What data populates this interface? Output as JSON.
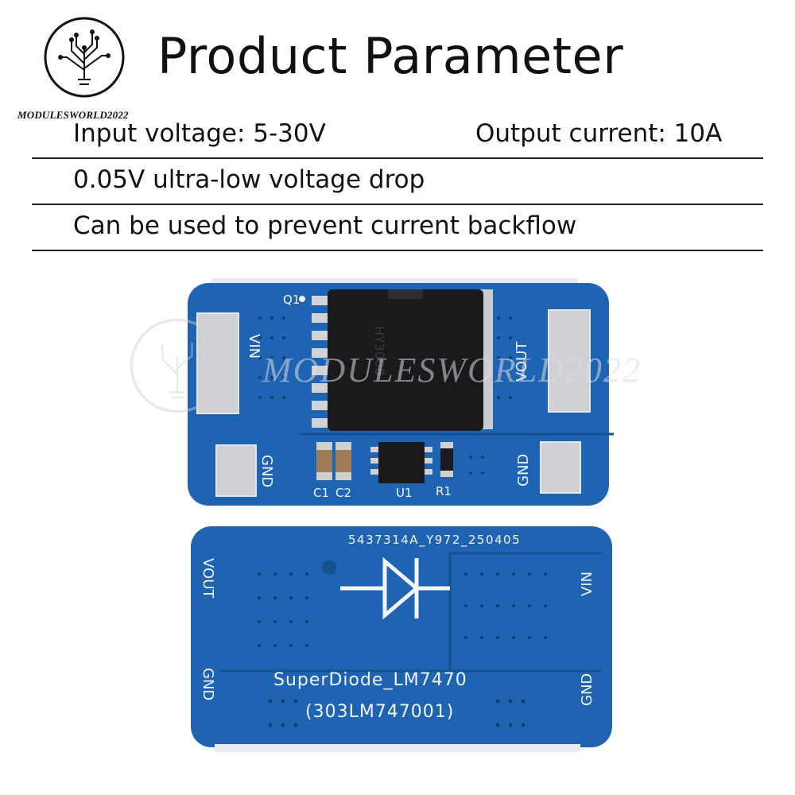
{
  "brand": {
    "name": "MODULESWORLD2022",
    "watermark": "MODULESWORLD2022"
  },
  "header": {
    "title": "Product Parameter"
  },
  "params": {
    "input_voltage": "Input voltage: 5-30V",
    "output_current": "Output current: 10A",
    "voltage_drop": "0.05V ultra-low voltage drop",
    "usage": "Can be used to prevent current backflow"
  },
  "board_front": {
    "label_q1": "Q1",
    "label_vin": "VIN",
    "label_vout": "VOUT",
    "label_gnd_left": "GND",
    "label_gnd_right": "GND",
    "label_c1": "C1",
    "label_c2": "C2",
    "label_u1": "U1",
    "label_r1": "R1",
    "mosfet_marking": "HY3008"
  },
  "board_back": {
    "batch": "5437314A_Y972_250405",
    "label_vout": "VOUT",
    "label_vin": "VIN",
    "label_gnd_left": "GND",
    "label_gnd_right": "GND",
    "product_name": "SuperDiode_LM7470",
    "product_code": "(303LM747001)"
  },
  "colors": {
    "pcb_blue": "#1f64b3",
    "pcb_edge": "#e8ecf2",
    "pad_silver": "#cfd1d4",
    "text_dark": "#111111"
  }
}
